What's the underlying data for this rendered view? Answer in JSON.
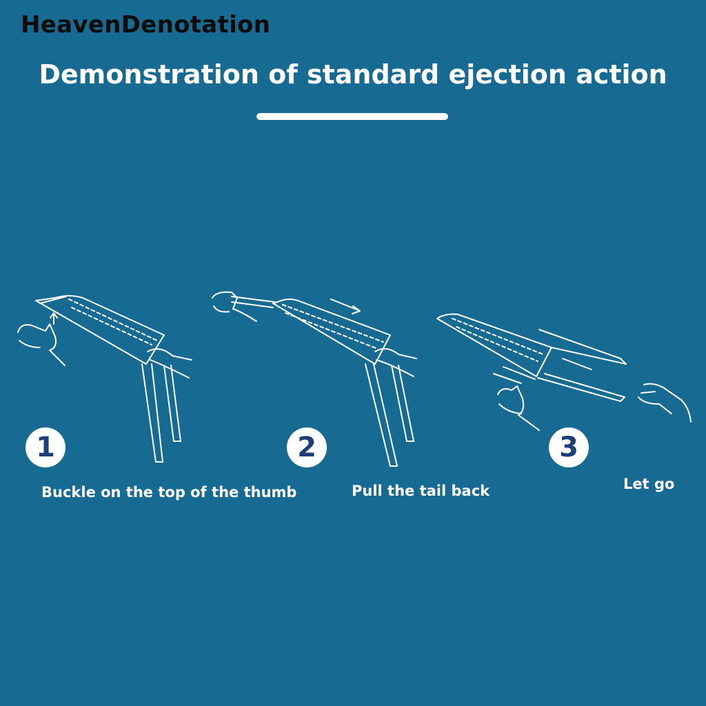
{
  "watermark": "HeavenDenotation",
  "title": "Demonstration of standard ejection action",
  "steps": [
    {
      "number": "1",
      "caption": "Buckle on the top of the thumb",
      "illustration_icon": "hand-thumb-buckle-icon"
    },
    {
      "number": "2",
      "caption": "Pull the tail back",
      "illustration_icon": "hand-pull-tail-icon"
    },
    {
      "number": "3",
      "caption": "Let go",
      "illustration_icon": "hand-release-icon"
    }
  ],
  "colors": {
    "background": "#176a91",
    "text": "#ffffff",
    "badge_number": "#1d3f78",
    "watermark": "#0b0b0b"
  }
}
